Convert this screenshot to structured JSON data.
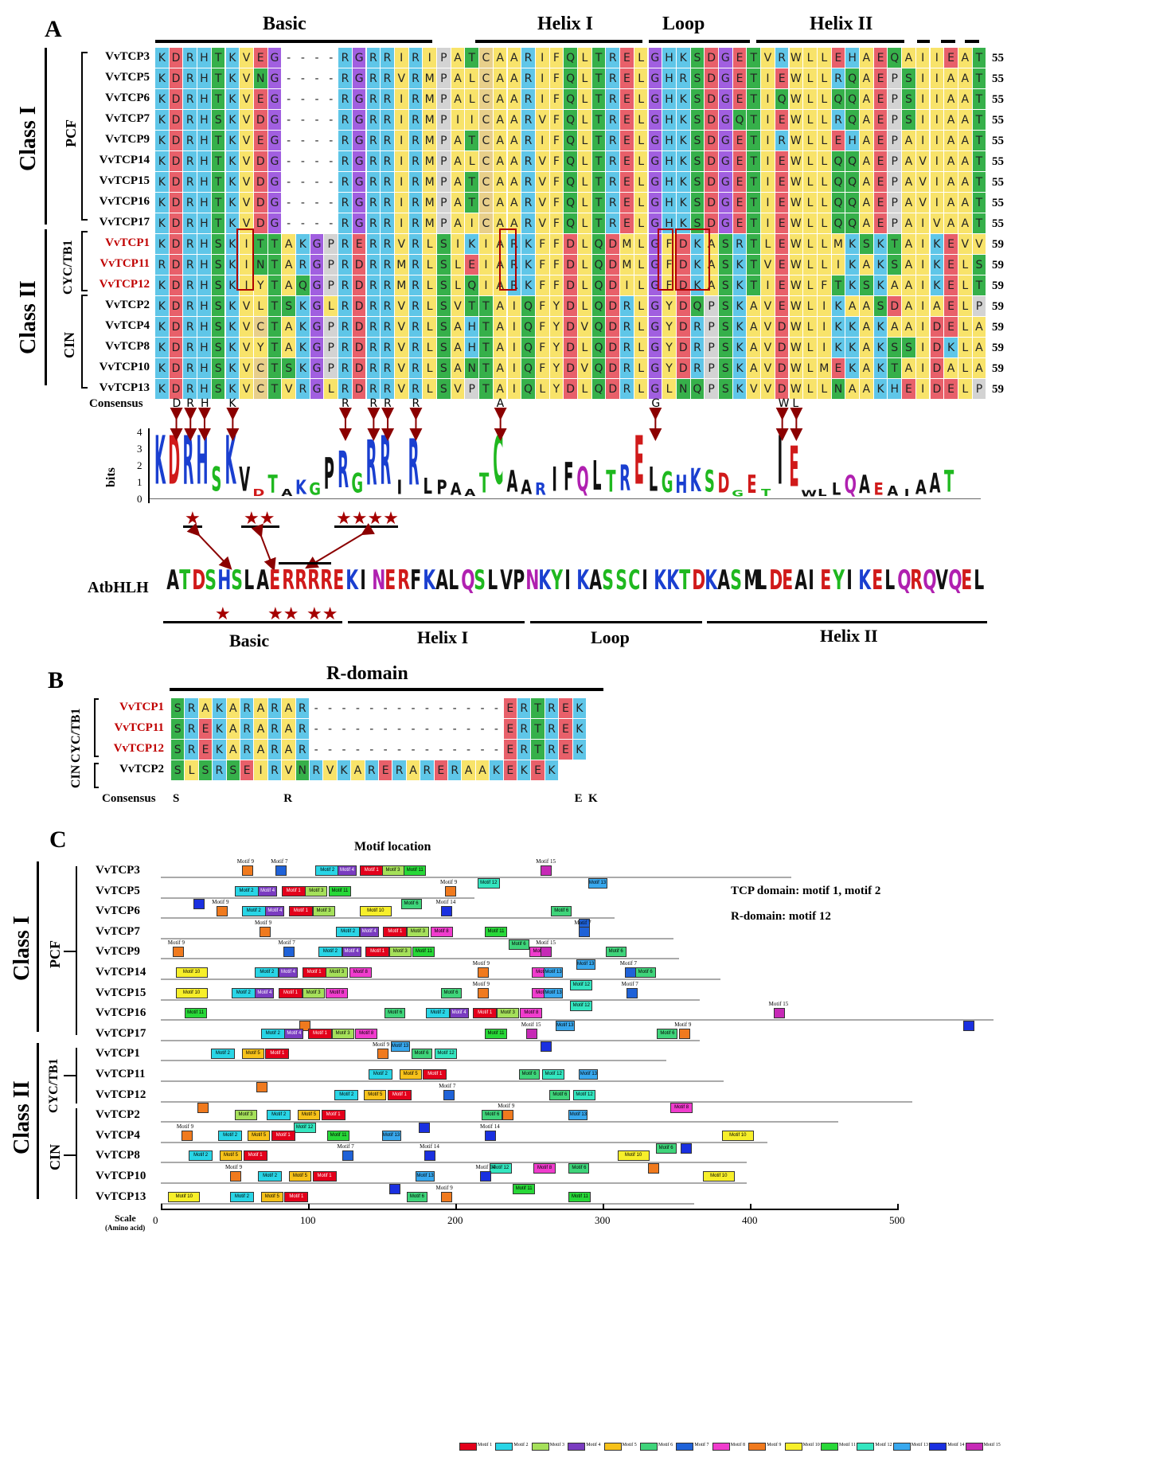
{
  "panelA": {
    "label": "A",
    "regions": [
      "Basic",
      "Helix I",
      "Loop",
      "Helix II"
    ],
    "class1": "Class I",
    "class2": "Class II",
    "groups": [
      "PCF",
      "CYC/TB1",
      "CIN"
    ],
    "rows": [
      {
        "name": "VvTCP3",
        "seq": "KDRHTKVEG----RGRRIRIPATCAARIFQLTRELGHKSDGETVRWLLEHAEQAIIEAT",
        "len": "55",
        "red": false
      },
      {
        "name": "VvTCP5",
        "seq": "KDRHTKVNG----RGRRVRMPALCAARIFQLTRELGHRSDGETIEWLLRQAEPSIIAAT",
        "len": "55",
        "red": false
      },
      {
        "name": "VvTCP6",
        "seq": "KDRHTKVEG----RGRRIRMPALCAARIFQLTRELGHKSDGETIQWLLQQAEPSIIAAT",
        "len": "55",
        "red": false
      },
      {
        "name": "VvTCP7",
        "seq": "KDRHSKVDG----RGRRIRMPIICAARVFQLTRELGHKSDGQTIEWLLRQAEPSIIAAT",
        "len": "55",
        "red": false
      },
      {
        "name": "VvTCP9",
        "seq": "KDRHTKVEG----RGRRIRMPATCAARIFQLTRELGHKSDGETIRWLLEHAEPAIIAAT",
        "len": "55",
        "red": false
      },
      {
        "name": "VvTCP14",
        "seq": "KDRHTKVDG----RGRRIRMPALCAARVFQLTRELGHKSDGETIEWLLQQAEPAVIAAT",
        "len": "55",
        "red": false
      },
      {
        "name": "VvTCP15",
        "seq": "KDRHTKVDG----RGRRIRMPATCAARVFQLTRELGHKSDGETIEWLLQQAEPAVIAAT",
        "len": "55",
        "red": false
      },
      {
        "name": "VvTCP16",
        "seq": "KDRHTKVDG----RGRRIRMPATCAARVFQLTRELGHKSDGETIEWLLQQAEPAVIAAT",
        "len": "55",
        "red": false
      },
      {
        "name": "VvTCP17",
        "seq": "KDRHTKVDG----RGRRIRMPAICAARVFQLTRELGHKSDGETIEWLLQQAEPAIVAAT",
        "len": "55",
        "red": false
      },
      {
        "name": "VvTCP1",
        "seq": "KDRHSKITTAKGPRERRVRLSIKIARKFFDLQDMLGFDKASRTLEWLLMKSKTAIKEVV",
        "len": "59",
        "red": true
      },
      {
        "name": "VvTCP11",
        "seq": "RDRHSKINTARGPRDRRMRLSLEIARKFFDLQDMLGFDKASKTVEWLLIKAKSAIKELS",
        "len": "59",
        "red": true
      },
      {
        "name": "VvTCP12",
        "seq": "KDRHSKIYTAQGPRDRRMRLSLQIARKFFDLQDILGFDKASKTIEWLFTKSKAAIKELT",
        "len": "59",
        "red": true
      },
      {
        "name": "VvTCP2",
        "seq": "KDRHSKVLTSKGLRDRRVRLSVTTAIQFYDLQDRLGYDQPSKAVEWLIKAASDAIAELP",
        "len": "59",
        "red": false
      },
      {
        "name": "VvTCP4",
        "seq": "KDRHSKVCTAKGPRDRRVRLSAHTAIQFYDVQDRLGYDRPSKAVDWLIKKAKAAIDELA",
        "len": "59",
        "red": false
      },
      {
        "name": "VvTCP8",
        "seq": "KDRHSKVYTAKGPRDRRVRLSAHTAIQFYDLQDRLGYDRPSKAVDWLIKKAKSSIDKLA",
        "len": "59",
        "red": false
      },
      {
        "name": "VvTCP10",
        "seq": "KDRHSKVCTSKGPRDRRVRLSANTAIQFYDVQDRLGYDRPSKAVDWLMEKAKTAIDALA",
        "len": "59",
        "red": false
      },
      {
        "name": "VvTCP13",
        "seq": "KDRHSKVCTVRGLRDRRVRLSVPTAIQLYDLQDRLGLNQPSKVVDWLLNAAKHEIDELP",
        "len": "59",
        "red": false
      }
    ],
    "consensus_label": "Consensus",
    "consensus": [
      {
        "pos": 1,
        "aa": "D"
      },
      {
        "pos": 2,
        "aa": "R"
      },
      {
        "pos": 3,
        "aa": "H"
      },
      {
        "pos": 5,
        "aa": "K"
      },
      {
        "pos": 13,
        "aa": "R"
      },
      {
        "pos": 15,
        "aa": "R"
      },
      {
        "pos": 16,
        "aa": "R"
      },
      {
        "pos": 18,
        "aa": "R"
      },
      {
        "pos": 24,
        "aa": "A"
      },
      {
        "pos": 35,
        "aa": "G"
      },
      {
        "pos": 44,
        "aa": "W"
      },
      {
        "pos": 45,
        "aa": "L"
      }
    ],
    "logo_ylabel": "bits",
    "logo_ticks": [
      "4",
      "3",
      "2",
      "1",
      "0"
    ],
    "logo_seq": "KDRHSKVDTAKGPRGRRIRLPAATCAARIFQLTRELGHKSDGETIEWLLQAEAIAAT",
    "atbhlh_label": "AtbHLH",
    "atbhlh_seq": "ATDSHSLAERRRREKINERFKALQSLVPNKYIKASSCIKKTDKASMLDEAIEYIKELQRQVQEL",
    "atbhlh_regions": [
      "Basic",
      "Helix I",
      "Loop",
      "Helix II"
    ]
  },
  "panelB": {
    "label": "B",
    "title": "R-domain",
    "groups": [
      "CYC/TB1",
      "CIN"
    ],
    "rows": [
      {
        "name": "VvTCP1",
        "seq": "SRAKARARAR--------------ERTREK",
        "red": true
      },
      {
        "name": "VvTCP11",
        "seq": "SREKARARAR--------------ERTREK",
        "red": true
      },
      {
        "name": "VvTCP12",
        "seq": "SREKARARAR--------------ERTREK",
        "red": true
      },
      {
        "name": "VvTCP2",
        "seq": "SLSRSEIRVNRVKARERARERAAKEKEK",
        "red": false
      }
    ],
    "consensus_label": "Consensus",
    "consensus": [
      {
        "pos": 0,
        "aa": "S"
      },
      {
        "pos": 7,
        "aa": "R"
      },
      {
        "pos": 26,
        "aa": "E"
      },
      {
        "pos": 27,
        "aa": "K"
      }
    ]
  },
  "panelC": {
    "label": "C",
    "title": "Motif location",
    "class1": "Class I",
    "class2": "Class II",
    "groups": [
      "PCF",
      "CYC/TB1",
      "CIN"
    ],
    "note1": "TCP domain: motif 1, motif 2",
    "note2": "R-domain: motif 12",
    "scale_label": "Scale",
    "scale_unit": "(Amino acid)",
    "scale_ticks": [
      "0",
      "100",
      "200",
      "300",
      "400",
      "500"
    ],
    "motif_colors": {
      "1": "#e3001b",
      "2": "#29d5e6",
      "3": "#a5e05a",
      "4": "#7a3cc0",
      "5": "#f7c21a",
      "6": "#3fd47a",
      "7": "#1f62d8",
      "8": "#f03ccd",
      "9": "#f07a1e",
      "10": "#f7ef2a",
      "11": "#28d838",
      "12": "#34e6c0",
      "13": "#38a8ee",
      "14": "#1a30e0",
      "15": "#c62ab6"
    },
    "legend": [
      "Motif 1",
      "Motif 2",
      "Motif 3",
      "Motif 4",
      "Motif 5",
      "Motif 6",
      "Motif 7",
      "Motif 8",
      "Motif 9",
      "Motif 10",
      "Motif 11",
      "Motif 12",
      "Motif 13",
      "Motif 14",
      "Motif 15"
    ],
    "proteins": [
      {
        "name": "VvTCP3",
        "len": 428,
        "motifs": [
          [
            9,
            55,
            "up"
          ],
          [
            7,
            78,
            "up"
          ],
          [
            2,
            105,
            "up"
          ],
          [
            4,
            120,
            "up"
          ],
          [
            1,
            135,
            "up"
          ],
          [
            3,
            150,
            "up"
          ],
          [
            11,
            165,
            "up"
          ],
          [
            12,
            215,
            "dn"
          ],
          [
            15,
            258,
            "up"
          ],
          [
            13,
            290,
            "dn"
          ]
        ]
      },
      {
        "name": "VvTCP5",
        "len": 213,
        "motifs": [
          [
            14,
            22,
            "dn"
          ],
          [
            2,
            50,
            "up"
          ],
          [
            4,
            66,
            "up"
          ],
          [
            1,
            82,
            "up"
          ],
          [
            3,
            98,
            "up"
          ],
          [
            11,
            114,
            "up"
          ],
          [
            6,
            163,
            "dn"
          ],
          [
            9,
            193,
            "up"
          ]
        ]
      },
      {
        "name": "VvTCP6",
        "len": 308,
        "motifs": [
          [
            9,
            38,
            "up"
          ],
          [
            2,
            55,
            "up"
          ],
          [
            4,
            71,
            "up"
          ],
          [
            1,
            87,
            "up"
          ],
          [
            3,
            103,
            "up"
          ],
          [
            10,
            135,
            "up"
          ],
          [
            14,
            190,
            "up"
          ],
          [
            6,
            265,
            "up"
          ],
          [
            7,
            284,
            "dn"
          ]
        ]
      },
      {
        "name": "VvTCP7",
        "len": 348,
        "motifs": [
          [
            9,
            67,
            "up"
          ],
          [
            2,
            119,
            "up"
          ],
          [
            4,
            135,
            "up"
          ],
          [
            1,
            151,
            "up"
          ],
          [
            3,
            167,
            "up"
          ],
          [
            8,
            183,
            "up"
          ],
          [
            11,
            220,
            "up"
          ],
          [
            6,
            236,
            "dn"
          ],
          [
            7,
            284,
            "up"
          ]
        ]
      },
      {
        "name": "VvTCP9",
        "len": 352,
        "motifs": [
          [
            9,
            8,
            "up"
          ],
          [
            7,
            83,
            "up"
          ],
          [
            2,
            107,
            "up"
          ],
          [
            4,
            123,
            "up"
          ],
          [
            1,
            139,
            "up"
          ],
          [
            3,
            155,
            "up"
          ],
          [
            11,
            171,
            "up"
          ],
          [
            8,
            250,
            "up"
          ],
          [
            15,
            258,
            "up"
          ],
          [
            13,
            282,
            "dn"
          ],
          [
            6,
            302,
            "up"
          ]
        ]
      },
      {
        "name": "VvTCP14",
        "len": 380,
        "motifs": [
          [
            10,
            10,
            "up"
          ],
          [
            2,
            64,
            "up"
          ],
          [
            4,
            80,
            "up"
          ],
          [
            1,
            96,
            "up"
          ],
          [
            3,
            112,
            "up"
          ],
          [
            8,
            128,
            "up"
          ],
          [
            9,
            215,
            "up"
          ],
          [
            8,
            252,
            "up"
          ],
          [
            13,
            260,
            "up"
          ],
          [
            12,
            278,
            "dn"
          ],
          [
            7,
            315,
            "up"
          ],
          [
            6,
            322,
            "up"
          ]
        ]
      },
      {
        "name": "VvTCP15",
        "len": 366,
        "motifs": [
          [
            10,
            10,
            "up"
          ],
          [
            2,
            48,
            "up"
          ],
          [
            4,
            64,
            "up"
          ],
          [
            1,
            80,
            "up"
          ],
          [
            3,
            96,
            "up"
          ],
          [
            8,
            112,
            "up"
          ],
          [
            6,
            190,
            "up"
          ],
          [
            9,
            215,
            "up"
          ],
          [
            8,
            252,
            "up"
          ],
          [
            13,
            260,
            "up"
          ],
          [
            12,
            278,
            "dn"
          ],
          [
            7,
            316,
            "up"
          ]
        ]
      },
      {
        "name": "VvTCP16",
        "len": 570,
        "motifs": [
          [
            11,
            16,
            "up"
          ],
          [
            6,
            152,
            "up"
          ],
          [
            2,
            180,
            "up"
          ],
          [
            4,
            196,
            "up"
          ],
          [
            1,
            212,
            "up"
          ],
          [
            3,
            228,
            "up"
          ],
          [
            8,
            244,
            "up"
          ],
          [
            13,
            268,
            "dn"
          ],
          [
            15,
            416,
            "up"
          ],
          [
            14,
            545,
            "dn"
          ],
          [
            9,
            94,
            "dn"
          ]
        ]
      },
      {
        "name": "VvTCP17",
        "len": 366,
        "motifs": [
          [
            2,
            68,
            "up"
          ],
          [
            4,
            84,
            "up"
          ],
          [
            1,
            100,
            "up"
          ],
          [
            3,
            116,
            "up"
          ],
          [
            8,
            132,
            "up"
          ],
          [
            13,
            156,
            "dn"
          ],
          [
            11,
            220,
            "up"
          ],
          [
            15,
            248,
            "up"
          ],
          [
            14,
            258,
            "dn"
          ],
          [
            6,
            337,
            "up"
          ],
          [
            9,
            352,
            "up"
          ]
        ]
      },
      {
        "name": "VvTCP1",
        "len": 343,
        "motifs": [
          [
            2,
            34,
            "up"
          ],
          [
            5,
            55,
            "up"
          ],
          [
            1,
            71,
            "up"
          ],
          [
            9,
            147,
            "up"
          ],
          [
            6,
            170,
            "up"
          ],
          [
            12,
            186,
            "up"
          ]
        ]
      },
      {
        "name": "VvTCP11",
        "len": 382,
        "motifs": [
          [
            9,
            65,
            "dn"
          ],
          [
            2,
            141,
            "up"
          ],
          [
            5,
            162,
            "up"
          ],
          [
            1,
            178,
            "up"
          ],
          [
            6,
            243,
            "up"
          ],
          [
            12,
            259,
            "up"
          ],
          [
            13,
            284,
            "up"
          ]
        ]
      },
      {
        "name": "VvTCP12",
        "len": 510,
        "motifs": [
          [
            9,
            25,
            "dn"
          ],
          [
            2,
            118,
            "up"
          ],
          [
            5,
            138,
            "up"
          ],
          [
            1,
            154,
            "up"
          ],
          [
            7,
            192,
            "up"
          ],
          [
            6,
            264,
            "up"
          ],
          [
            12,
            280,
            "up"
          ],
          [
            8,
            346,
            "dn"
          ]
        ]
      },
      {
        "name": "VvTCP2",
        "len": 460,
        "motifs": [
          [
            12,
            90,
            "dn"
          ],
          [
            3,
            50,
            "up"
          ],
          [
            2,
            72,
            "up"
          ],
          [
            5,
            93,
            "up"
          ],
          [
            1,
            109,
            "up"
          ],
          [
            14,
            175,
            "dn"
          ],
          [
            6,
            218,
            "up"
          ],
          [
            9,
            232,
            "up"
          ],
          [
            13,
            277,
            "up"
          ]
        ]
      },
      {
        "name": "VvTCP4",
        "len": 412,
        "motifs": [
          [
            9,
            14,
            "up"
          ],
          [
            2,
            39,
            "up"
          ],
          [
            5,
            59,
            "up"
          ],
          [
            1,
            75,
            "up"
          ],
          [
            11,
            113,
            "up"
          ],
          [
            13,
            150,
            "up"
          ],
          [
            14,
            220,
            "up"
          ],
          [
            6,
            336,
            "dn"
          ],
          [
            14,
            353,
            "dn"
          ],
          [
            10,
            381,
            "up"
          ]
        ]
      },
      {
        "name": "VvTCP8",
        "len": 398,
        "motifs": [
          [
            2,
            19,
            "up"
          ],
          [
            5,
            40,
            "up"
          ],
          [
            1,
            56,
            "up"
          ],
          [
            7,
            123,
            "up"
          ],
          [
            14,
            179,
            "up"
          ],
          [
            12,
            223,
            "dn"
          ],
          [
            8,
            253,
            "dn"
          ],
          [
            6,
            277,
            "dn"
          ],
          [
            10,
            310,
            "up"
          ],
          [
            9,
            331,
            "dn"
          ]
        ]
      },
      {
        "name": "VvTCP10",
        "len": 398,
        "motifs": [
          [
            9,
            47,
            "up"
          ],
          [
            2,
            66,
            "up"
          ],
          [
            5,
            87,
            "up"
          ],
          [
            1,
            103,
            "up"
          ],
          [
            14,
            155,
            "dn"
          ],
          [
            13,
            173,
            "up"
          ],
          [
            14,
            217,
            "up"
          ],
          [
            11,
            239,
            "dn"
          ],
          [
            10,
            368,
            "up"
          ]
        ]
      },
      {
        "name": "VvTCP13",
        "len": 362,
        "motifs": [
          [
            10,
            5,
            "up"
          ],
          [
            2,
            47,
            "up"
          ],
          [
            5,
            68,
            "up"
          ],
          [
            1,
            84,
            "up"
          ],
          [
            6,
            167,
            "up"
          ],
          [
            9,
            190,
            "up"
          ],
          [
            11,
            277,
            "up"
          ]
        ]
      }
    ]
  }
}
